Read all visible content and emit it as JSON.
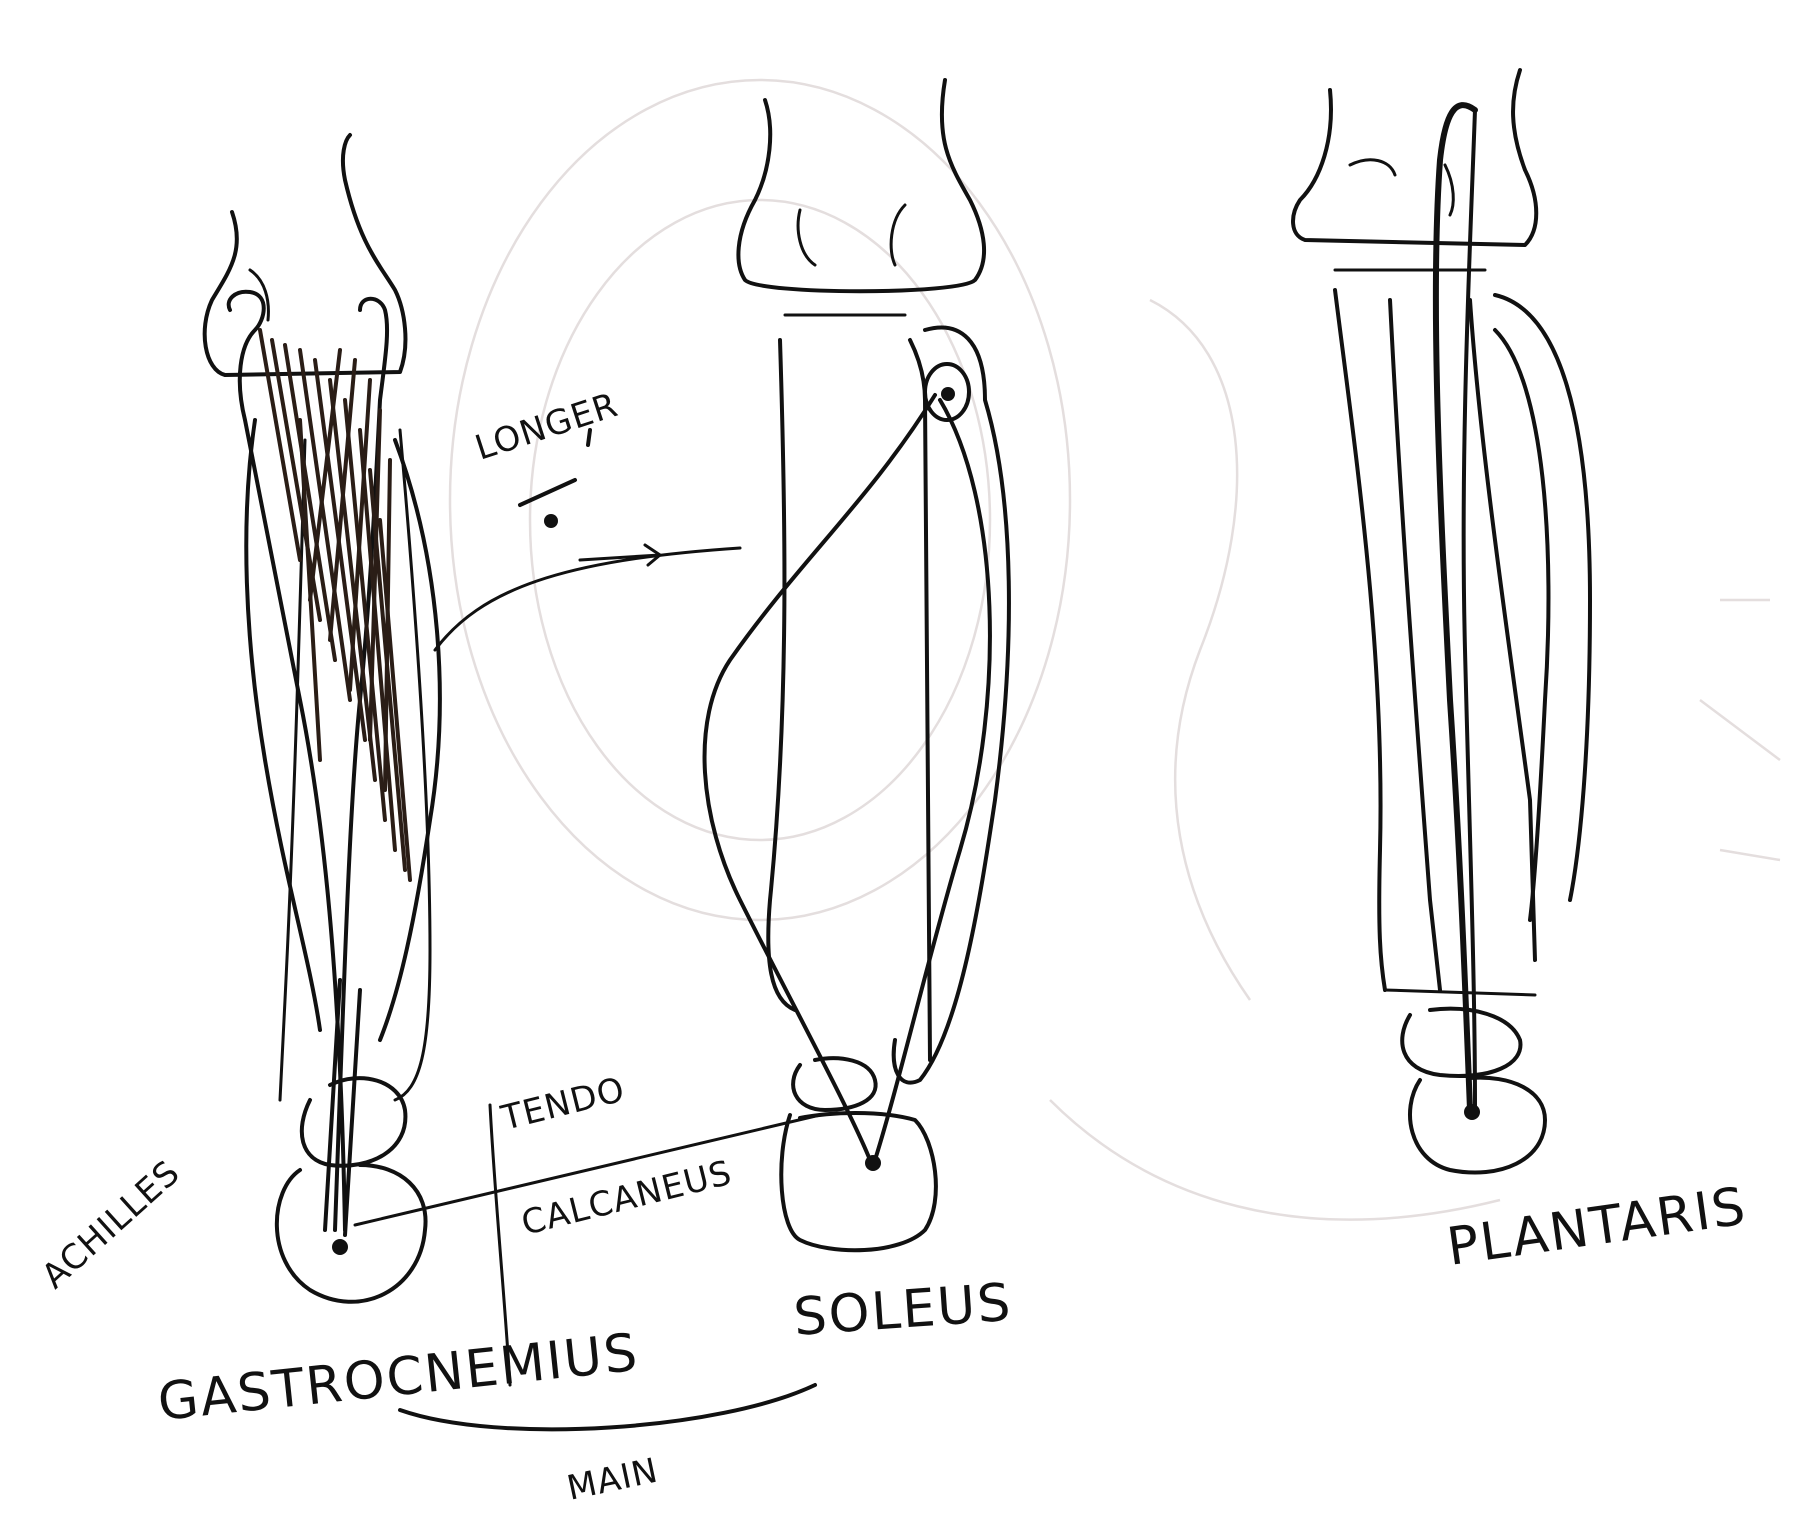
{
  "labels": {
    "longer": "LONGER",
    "tendo": "TENDO",
    "calcaneus": "CALCANEUS",
    "achilles": "ACHILLES",
    "gastrocnemius": "GASTROCNEMIUS",
    "soleus": "SOLEUS",
    "plantaris": "PLANTARIS",
    "main": "MAIN"
  },
  "colors": {
    "ink": "#111111",
    "hatch": "#2a1d16",
    "paper": "#ffffff",
    "ghost": "#e4dede"
  }
}
